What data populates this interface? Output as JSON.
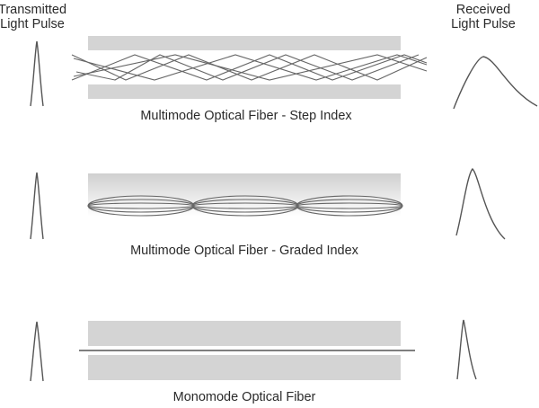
{
  "headers": {
    "transmitted_line1": "Transmitted",
    "transmitted_line2": "Light Pulse",
    "received_line1": "Received",
    "received_line2": "Light Pulse"
  },
  "fibers": [
    {
      "label": "Multimode Optical Fiber - Step Index"
    },
    {
      "label": "Multimode Optical Fiber - Graded Index"
    },
    {
      "label": "Monomode Optical Fiber"
    }
  ],
  "colors": {
    "cladding": "#d4d4d4",
    "line": "#555555",
    "text": "#2a2a2a"
  }
}
